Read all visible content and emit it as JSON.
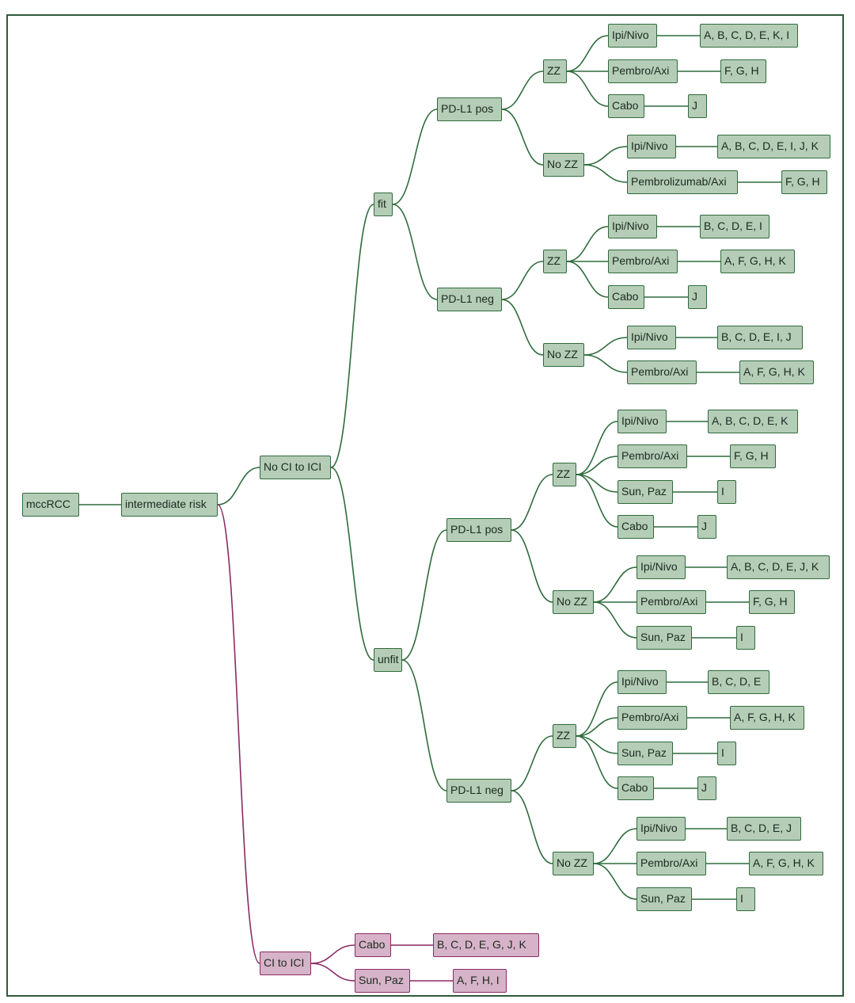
{
  "colors": {
    "green_fill": "#b5cdb7",
    "green_line": "#2f6b3c",
    "pink_fill": "#d6b3c8",
    "pink_line": "#8a2a64"
  },
  "tree": {
    "root": {
      "label": "mccRCC"
    },
    "risk": {
      "label": "intermediate risk"
    },
    "no_ci": {
      "label": "No CI to ICI",
      "fit": {
        "label": "fit",
        "pdl1_pos": {
          "label": "PD-L1 pos",
          "zz": {
            "label": "ZZ",
            "options": [
              {
                "therapy": "Ipi/Nivo",
                "groups": "A, B, C, D, E, K, I"
              },
              {
                "therapy": "Pembro/Axi",
                "groups": "F, G, H"
              },
              {
                "therapy": "Cabo",
                "groups": "J"
              }
            ]
          },
          "nozz": {
            "label": "No ZZ",
            "options": [
              {
                "therapy": "Ipi/Nivo",
                "groups": "A, B, C, D, E, I, J, K"
              },
              {
                "therapy": "Pembrolizumab/Axi",
                "groups": "F, G, H"
              }
            ]
          }
        },
        "pdl1_neg": {
          "label": "PD-L1 neg",
          "zz": {
            "label": "ZZ",
            "options": [
              {
                "therapy": "Ipi/Nivo",
                "groups": "B, C, D, E, I"
              },
              {
                "therapy": "Pembro/Axi",
                "groups": "A, F, G, H, K"
              },
              {
                "therapy": "Cabo",
                "groups": "J"
              }
            ]
          },
          "nozz": {
            "label": "No ZZ",
            "options": [
              {
                "therapy": "Ipi/Nivo",
                "groups": "B, C, D, E, I, J"
              },
              {
                "therapy": "Pembro/Axi",
                "groups": "A, F, G, H, K"
              }
            ]
          }
        }
      },
      "unfit": {
        "label": "unfit",
        "pdl1_pos": {
          "label": "PD-L1 pos",
          "zz": {
            "label": "ZZ",
            "options": [
              {
                "therapy": "Ipi/Nivo",
                "groups": "A, B, C, D, E, K"
              },
              {
                "therapy": "Pembro/Axi",
                "groups": "F, G, H"
              },
              {
                "therapy": "Sun, Paz",
                "groups": "I"
              },
              {
                "therapy": "Cabo",
                "groups": "J"
              }
            ]
          },
          "nozz": {
            "label": "No ZZ",
            "options": [
              {
                "therapy": "Ipi/Nivo",
                "groups": "A, B, C, D, E, J, K"
              },
              {
                "therapy": "Pembro/Axi",
                "groups": "F, G, H"
              },
              {
                "therapy": "Sun, Paz",
                "groups": "I"
              }
            ]
          }
        },
        "pdl1_neg": {
          "label": "PD-L1 neg",
          "zz": {
            "label": "ZZ",
            "options": [
              {
                "therapy": "Ipi/Nivo",
                "groups": "B, C, D, E"
              },
              {
                "therapy": "Pembro/Axi",
                "groups": "A, F, G, H, K"
              },
              {
                "therapy": "Sun, Paz",
                "groups": "I"
              },
              {
                "therapy": "Cabo",
                "groups": "J"
              }
            ]
          },
          "nozz": {
            "label": "No ZZ",
            "options": [
              {
                "therapy": "Ipi/Nivo",
                "groups": "B, C, D, E, J"
              },
              {
                "therapy": "Pembro/Axi",
                "groups": "A, F, G, H, K"
              },
              {
                "therapy": "Sun, Paz",
                "groups": "I"
              }
            ]
          }
        }
      }
    },
    "ci": {
      "label": "CI to ICI",
      "options": [
        {
          "therapy": "Cabo",
          "groups": "B, C, D, E, G, J, K"
        },
        {
          "therapy": "Sun, Paz",
          "groups": "A, F, H, I"
        }
      ]
    }
  }
}
